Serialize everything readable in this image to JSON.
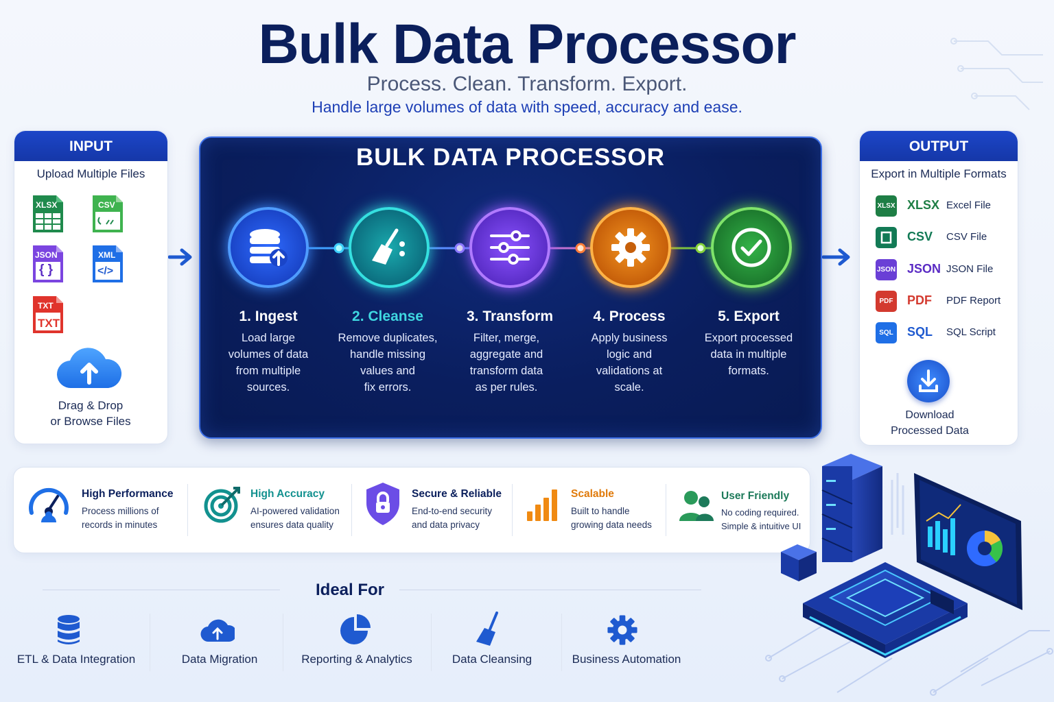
{
  "header": {
    "title": "Bulk Data Processor",
    "tagline": "Process. Clean. Transform. Export.",
    "subtagline": "Handle large volumes of data with speed, accuracy and ease."
  },
  "input": {
    "heading": "INPUT",
    "subheading": "Upload Multiple Files",
    "files": [
      "XLSX",
      "CSV",
      "JSON",
      "XML",
      "TXT"
    ],
    "file_glyphs": {
      "json": "{ }",
      "xml": "</>",
      "txt": "TXT"
    },
    "drag_line1": "Drag & Drop",
    "drag_line2": "or Browse Files"
  },
  "processor": {
    "title": "BULK DATA PROCESSOR",
    "steps": [
      {
        "title": "1. Ingest",
        "lines": [
          "Load large",
          "volumes of data",
          "from multiple",
          "sources."
        ],
        "color": "#2a6cff"
      },
      {
        "title": "2. Cleanse",
        "lines": [
          "Remove duplicates,",
          "handle missing",
          "values and",
          "fix errors."
        ],
        "color": "#1fc3c9"
      },
      {
        "title": "3. Transform",
        "lines": [
          "Filter, merge,",
          "aggregate and",
          "transform data",
          "as per rules."
        ],
        "color": "#8b4dff"
      },
      {
        "title": "4. Process",
        "lines": [
          "Apply business",
          "logic and",
          "validations at",
          "scale."
        ],
        "color": "#ff8a00"
      },
      {
        "title": "5. Export",
        "lines": [
          "Export processed",
          "data in multiple",
          "formats."
        ],
        "color": "#37c24a"
      }
    ]
  },
  "output": {
    "heading": "OUTPUT",
    "subheading": "Export in Multiple Formats",
    "formats": [
      {
        "badge": "XLSX",
        "code": "XLSX",
        "desc": "Excel File",
        "color": "#1e7e45"
      },
      {
        "badge": "",
        "code": "CSV",
        "desc": "CSV File",
        "color": "#127a55"
      },
      {
        "badge": "JSON",
        "code": "JSON",
        "desc": "JSON File",
        "color": "#6a3fd6"
      },
      {
        "badge": "PDF",
        "code": "PDF",
        "desc": "PDF Report",
        "color": "#d33a2f"
      },
      {
        "badge": "SQL",
        "code": "SQL",
        "desc": "SQL Script",
        "color": "#1f6fe6"
      }
    ],
    "download_line1": "Download",
    "download_line2": "Processed Data"
  },
  "features": [
    {
      "title": "High Performance",
      "line1": "Process millions of",
      "line2": "records in minutes",
      "color": "#0b1f5c",
      "icon": "speedometer-icon"
    },
    {
      "title": "High Accuracy",
      "line1": "AI-powered validation",
      "line2": "ensures data quality",
      "color": "#12918f",
      "icon": "target-icon"
    },
    {
      "title": "Secure & Reliable",
      "line1": "End-to-end security",
      "line2": "and data privacy",
      "color": "#0b1f5c",
      "icon": "shield-lock-icon"
    },
    {
      "title": "Scalable",
      "line1": "Built to handle",
      "line2": "growing data needs",
      "color": "#e07a0a",
      "icon": "bar-chart-icon"
    },
    {
      "title": "User Friendly",
      "line1": "No coding required.",
      "line2": "Simple & intuitive UI",
      "color": "#1d7a5a",
      "icon": "users-icon"
    }
  ],
  "ideal_for": {
    "title": "Ideal For",
    "items": [
      {
        "label": "ETL & Data Integration",
        "icon": "database-icon"
      },
      {
        "label": "Data Migration",
        "icon": "cloud-icon"
      },
      {
        "label": "Reporting & Analytics",
        "icon": "pie-chart-icon"
      },
      {
        "label": "Data Cleansing",
        "icon": "broom-icon"
      },
      {
        "label": "Business Automation",
        "icon": "gear-icon"
      }
    ]
  }
}
